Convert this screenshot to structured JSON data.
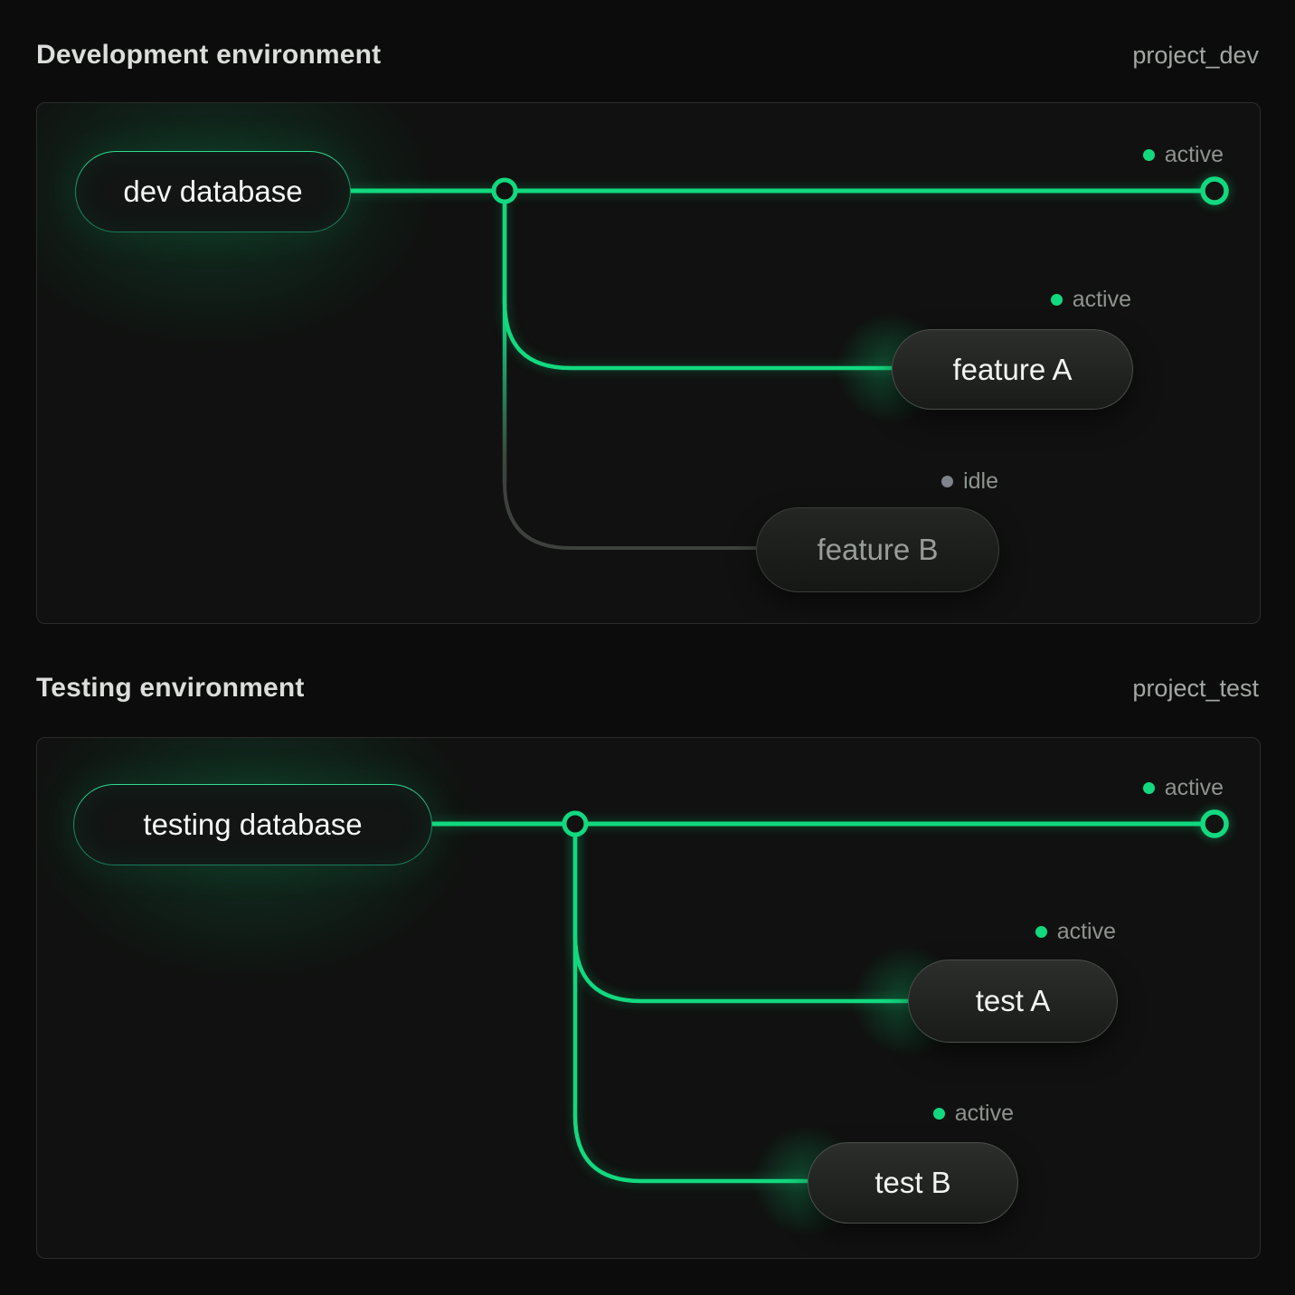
{
  "colors": {
    "accent_green": "#12d97f",
    "idle_line": "#3e413e",
    "idle_dot": "#7e838c",
    "panel_border": "#2b2d2b",
    "background": "#0b0c0b"
  },
  "sections": [
    {
      "title": "Development environment",
      "project_label": "project_dev",
      "database": {
        "label": "dev database"
      },
      "main_branch": {
        "status": "active"
      },
      "branches": [
        {
          "label": "feature A",
          "status": "active"
        },
        {
          "label": "feature B",
          "status": "idle"
        }
      ]
    },
    {
      "title": "Testing environment",
      "project_label": "project_test",
      "database": {
        "label": "testing database"
      },
      "main_branch": {
        "status": "active"
      },
      "branches": [
        {
          "label": "test A",
          "status": "active"
        },
        {
          "label": "test B",
          "status": "active"
        }
      ]
    }
  ]
}
